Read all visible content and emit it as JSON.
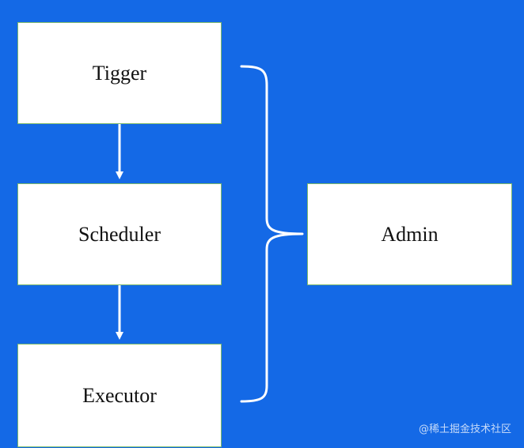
{
  "diagram": {
    "nodes": {
      "trigger": "Tigger",
      "scheduler": "Scheduler",
      "executor": "Executor",
      "admin": "Admin"
    },
    "edges": [
      {
        "from": "trigger",
        "to": "scheduler"
      },
      {
        "from": "scheduler",
        "to": "executor"
      }
    ],
    "grouping": {
      "members": [
        "trigger",
        "scheduler",
        "executor"
      ],
      "target": "admin"
    }
  },
  "watermark": "@稀土掘金技术社区",
  "colors": {
    "background": "#1469e6",
    "box_fill": "#ffffff",
    "box_border": "#7bb86a",
    "connector": "#ffffff",
    "text": "#111111"
  }
}
